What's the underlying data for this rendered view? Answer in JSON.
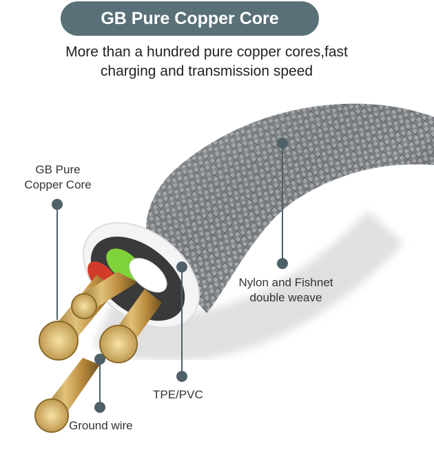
{
  "header": {
    "title": "GB Pure Copper Core",
    "subtitle_line1": "More than a hundred pure copper cores,fast",
    "subtitle_line2": "charging and transmission speed"
  },
  "callouts": {
    "copper_core_line1": "GB Pure",
    "copper_core_line2": "Copper Core",
    "braid_line1": "Nylon and Fishnet",
    "braid_line2": "double weave",
    "insulation": "TPE/PVC",
    "ground": "Ground wire"
  },
  "colors": {
    "accent": "#5a7078",
    "braid": "#8a8d90",
    "copper": "#c9a45a",
    "insulation": "#ffffff",
    "green_wire": "#7ed23a",
    "red_wire": "#d23a2a"
  }
}
